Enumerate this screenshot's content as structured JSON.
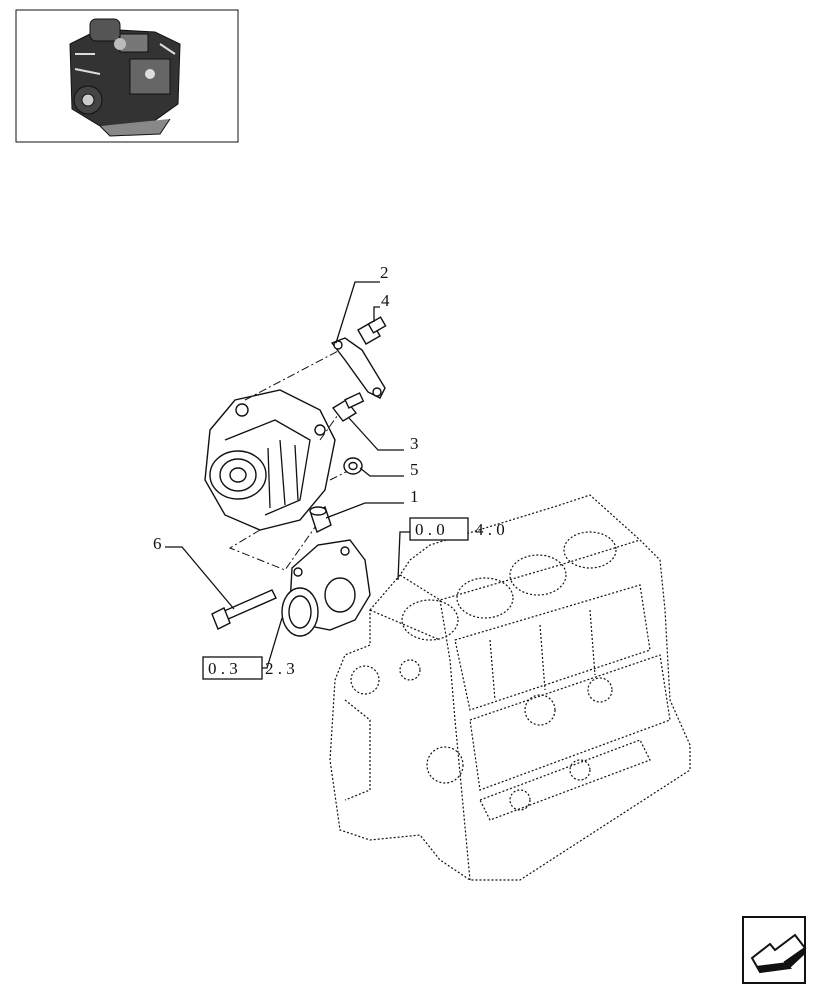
{
  "callouts": [
    {
      "id": "1",
      "label": "1"
    },
    {
      "id": "2",
      "label": "2"
    },
    {
      "id": "3",
      "label": "3"
    },
    {
      "id": "4",
      "label": "4"
    },
    {
      "id": "5",
      "label": "5"
    },
    {
      "id": "6",
      "label": "6"
    }
  ],
  "references": {
    "engine_block": {
      "boxed": "0 . 0",
      "rest": "4 . 0"
    },
    "water_pump": {
      "boxed": "0 . 3",
      "rest": "2 . 3"
    }
  },
  "icons": {
    "thumbnail": "engine-thumbnail-icon",
    "next_page": "next-page-arrow-icon"
  }
}
